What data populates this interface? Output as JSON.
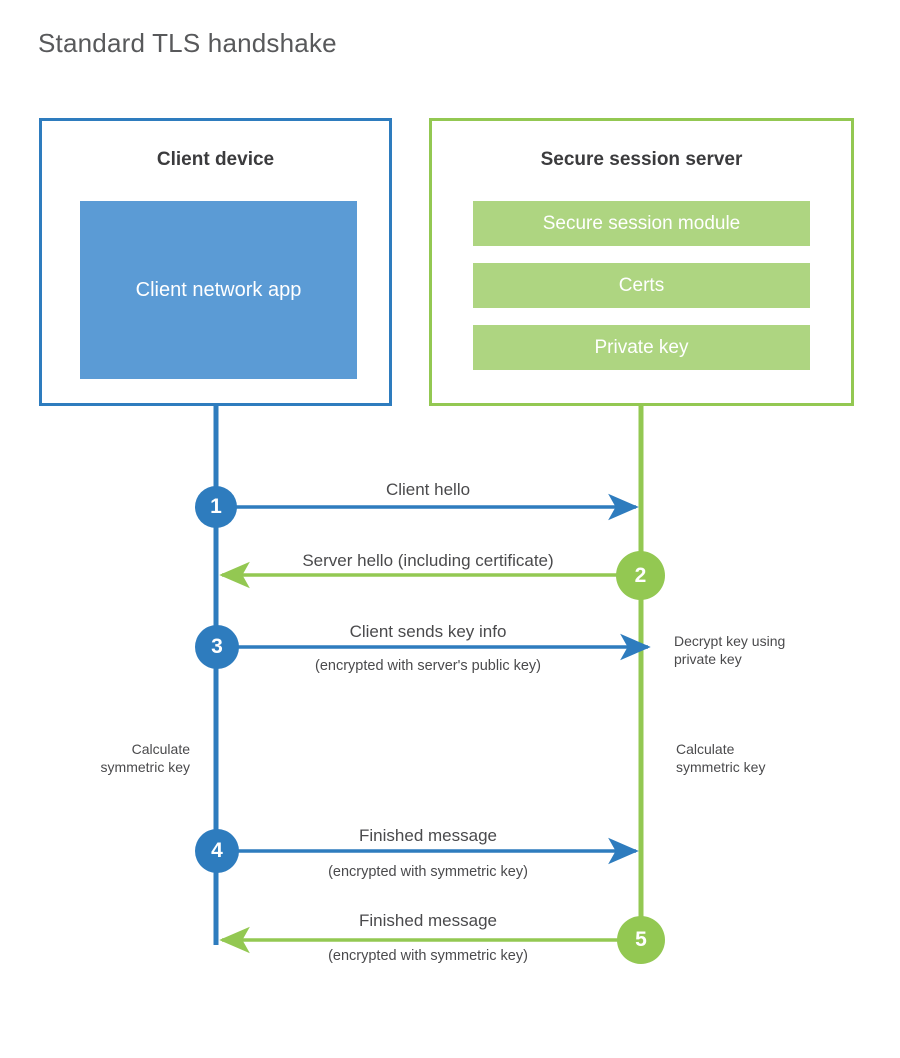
{
  "title": "Standard TLS handshake",
  "colors": {
    "client_border": "#2e7cbe",
    "client_fill": "#5b9bd5",
    "server_border": "#93c852",
    "server_fill": "#aed581",
    "client_line": "#2e7cbe",
    "server_line": "#93c852",
    "text": "#4a4a4c",
    "title_text": "#58595b",
    "background": "#ffffff"
  },
  "client_panel": {
    "title": "Client device",
    "app_label": "Client network app"
  },
  "server_panel": {
    "title": "Secure session server",
    "bars": [
      {
        "label": "Secure session module"
      },
      {
        "label": "Certs"
      },
      {
        "label": "Private key"
      }
    ]
  },
  "steps": [
    {
      "number": "1",
      "side": "client",
      "direction": "to-server",
      "label": "Client hello",
      "sublabel": ""
    },
    {
      "number": "2",
      "side": "server",
      "direction": "to-client",
      "label": "Server hello (including certificate)",
      "sublabel": ""
    },
    {
      "number": "3",
      "side": "client",
      "direction": "to-server",
      "label": "Client sends key info",
      "sublabel": "(encrypted with server's public key)"
    },
    {
      "number": "4",
      "side": "client",
      "direction": "to-server",
      "label": "Finished message",
      "sublabel": "(encrypted with symmetric key)"
    },
    {
      "number": "5",
      "side": "server",
      "direction": "to-client",
      "label": "Finished message",
      "sublabel": "(encrypted with symmetric key)"
    }
  ],
  "notes": {
    "server_decrypt": "Decrypt key using\nprivate key",
    "client_calculate": "Calculate\nsymmetric key",
    "server_calculate": "Calculate\nsymmetric key"
  }
}
